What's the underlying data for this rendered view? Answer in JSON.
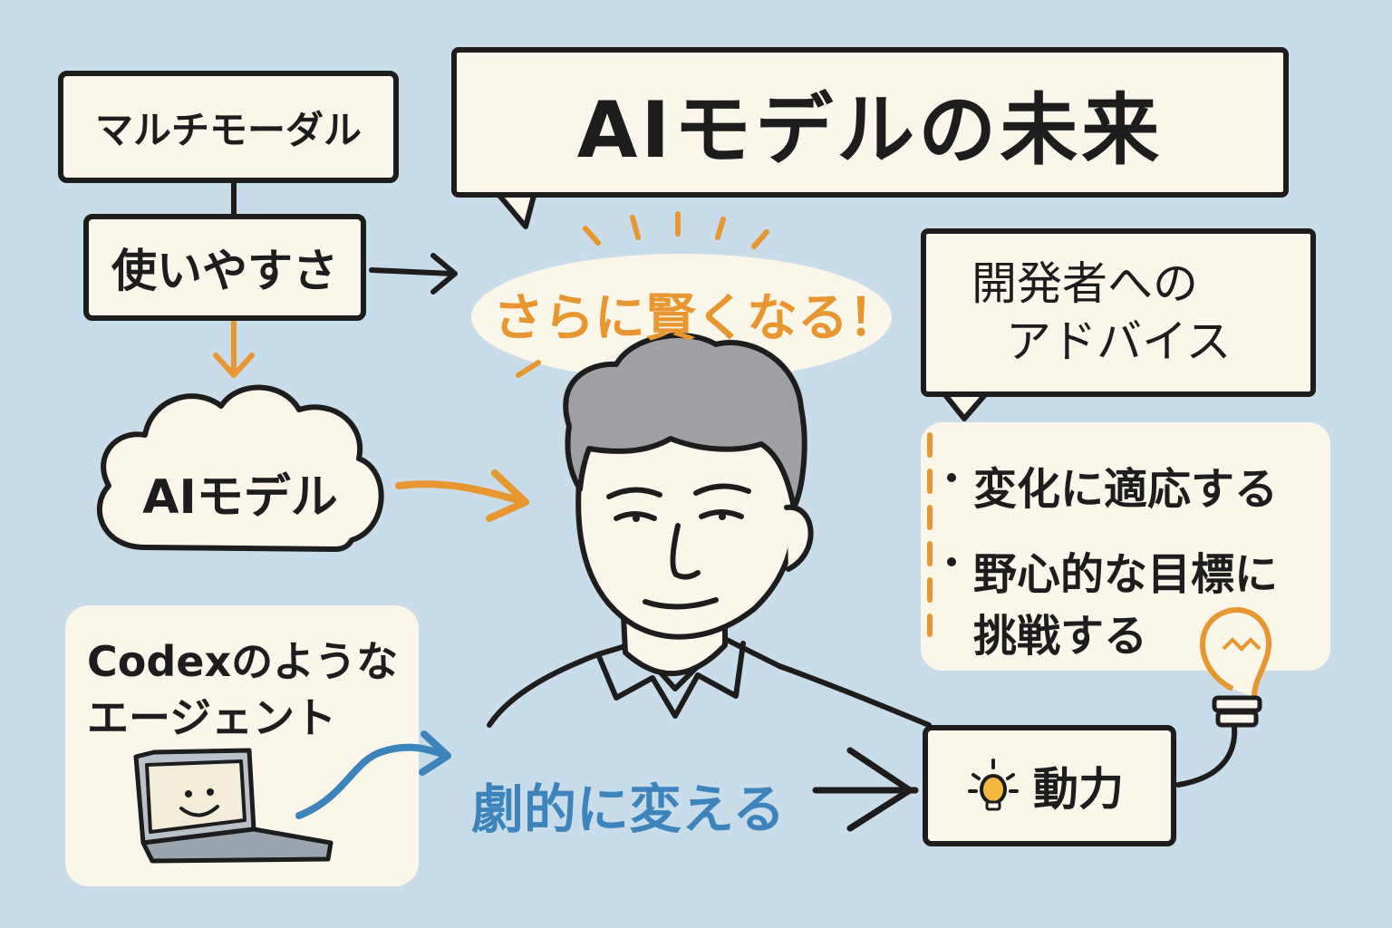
{
  "title": "AIモデルの未来",
  "left_chain": {
    "multimodal": "マルチモーダル",
    "usability": "使いやすさ",
    "ai_model": "AIモデル"
  },
  "agent_card": {
    "line1": "Codexのような",
    "line2": "エージェント"
  },
  "center": {
    "smarter": "さらに賢くなる！",
    "transform": "劇的に変える"
  },
  "advice": {
    "title_line1": "開発者への",
    "title_line2": "アドバイス",
    "items": [
      {
        "line1": "変化に適応する",
        "line2": ""
      },
      {
        "line1": "野心的な目標に",
        "line2": "挑戦する"
      }
    ]
  },
  "power_box": {
    "label": "動力"
  },
  "colors": {
    "background": "#c9dcea",
    "card": "#fbf6ea",
    "ink": "#1d1d1d",
    "orange": "#e8962f",
    "blue": "#3d84bd",
    "hair": "#9ea0a3"
  }
}
